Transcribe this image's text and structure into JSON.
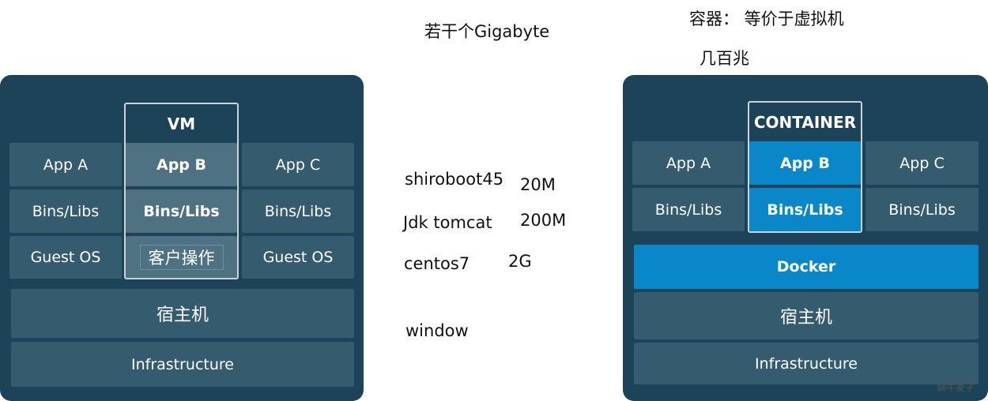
{
  "vm": {
    "title": "VM",
    "apps": [
      "App A",
      "App B",
      "App C"
    ],
    "bins": [
      "Bins/Libs",
      "Bins/Libs",
      "Bins/Libs"
    ],
    "guest_os_left": "Guest OS",
    "guest_os_mid": "客户操作",
    "guest_os_right": "Guest OS",
    "host": "宿主机",
    "infrastructure": "Infrastructure"
  },
  "container": {
    "title": "CONTAINER",
    "apps": [
      "App A",
      "App B",
      "App C"
    ],
    "bins": [
      "Bins/Libs",
      "Bins/Libs",
      "Bins/Libs"
    ],
    "docker": "Docker",
    "host": "宿主机",
    "infrastructure": "Infrastructure"
  },
  "notes": {
    "gigabyte": "若干个Gigabyte",
    "container_equiv": "容器： 等价于虚拟机",
    "hundreds_mb": "几百兆",
    "layers": [
      {
        "name": "shiroboot45",
        "size": "20M"
      },
      {
        "name": "Jdk tomcat",
        "size": "200M"
      },
      {
        "name": "centos7",
        "size": "2G"
      },
      {
        "name": "window",
        "size": ""
      }
    ]
  },
  "watermark": "蜗牛麦子",
  "colors": {
    "panel": "#1d4358",
    "cell": "#355b6e",
    "highlight": "#4e7282",
    "accent_blue": "#0a87c8"
  }
}
